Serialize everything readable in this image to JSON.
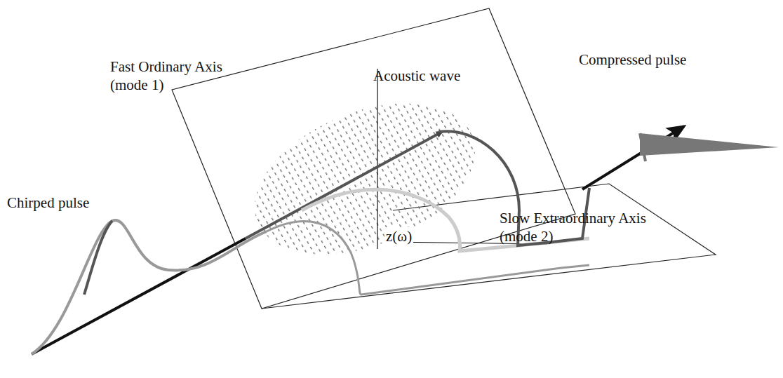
{
  "diagram": {
    "labels": [
      "Fast Ordinary Axis (mode 1)",
      "Acoustic wave",
      "Compressed pulse",
      "Chirped pulse",
      "z(ω)",
      "Slow Extraordinary Axis (mode 2)"
    ]
  }
}
